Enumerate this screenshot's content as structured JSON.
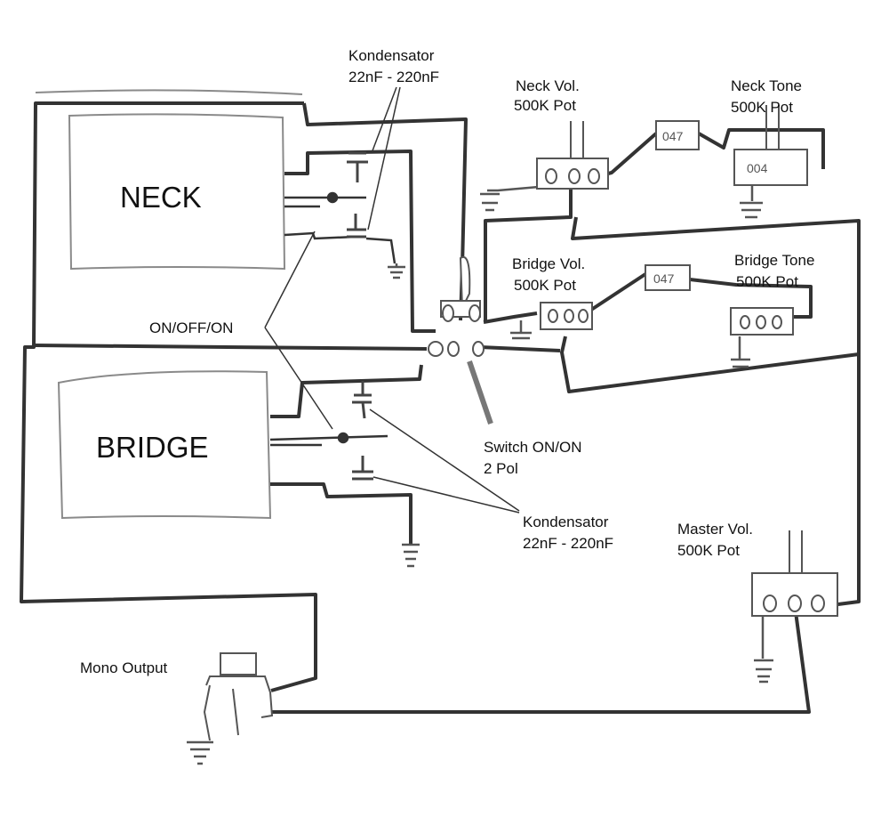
{
  "labels": {
    "neck": "NECK",
    "bridge": "BRIDGE",
    "kondensator_top_1": "Kondensator",
    "kondensator_top_2": "22nF - 220nF",
    "kondensator_bottom_1": "Kondensator",
    "kondensator_bottom_2": "22nF - 220nF",
    "neck_vol_1": "Neck Vol.",
    "neck_vol_2": "500K Pot",
    "neck_tone_1": "Neck Tone",
    "neck_tone_2": "500K Pot",
    "bridge_vol_1": "Bridge Vol.",
    "bridge_vol_2": "500K Pot",
    "bridge_tone_1": "Bridge Tone",
    "bridge_tone_2": "500K Pot",
    "on_off_on": "ON/OFF/ON",
    "switch_1": "Switch ON/ON",
    "switch_2": "2 Pol",
    "master_vol_1": "Master Vol.",
    "master_vol_2": "500K Pot",
    "mono_output": "Mono Output",
    "cap_neck": "047",
    "cap_bridge": "047",
    "tone_pot_text": "004"
  },
  "colors": {
    "wire": "#333333",
    "pencil": "#8a8a8a",
    "text": "#111111"
  }
}
